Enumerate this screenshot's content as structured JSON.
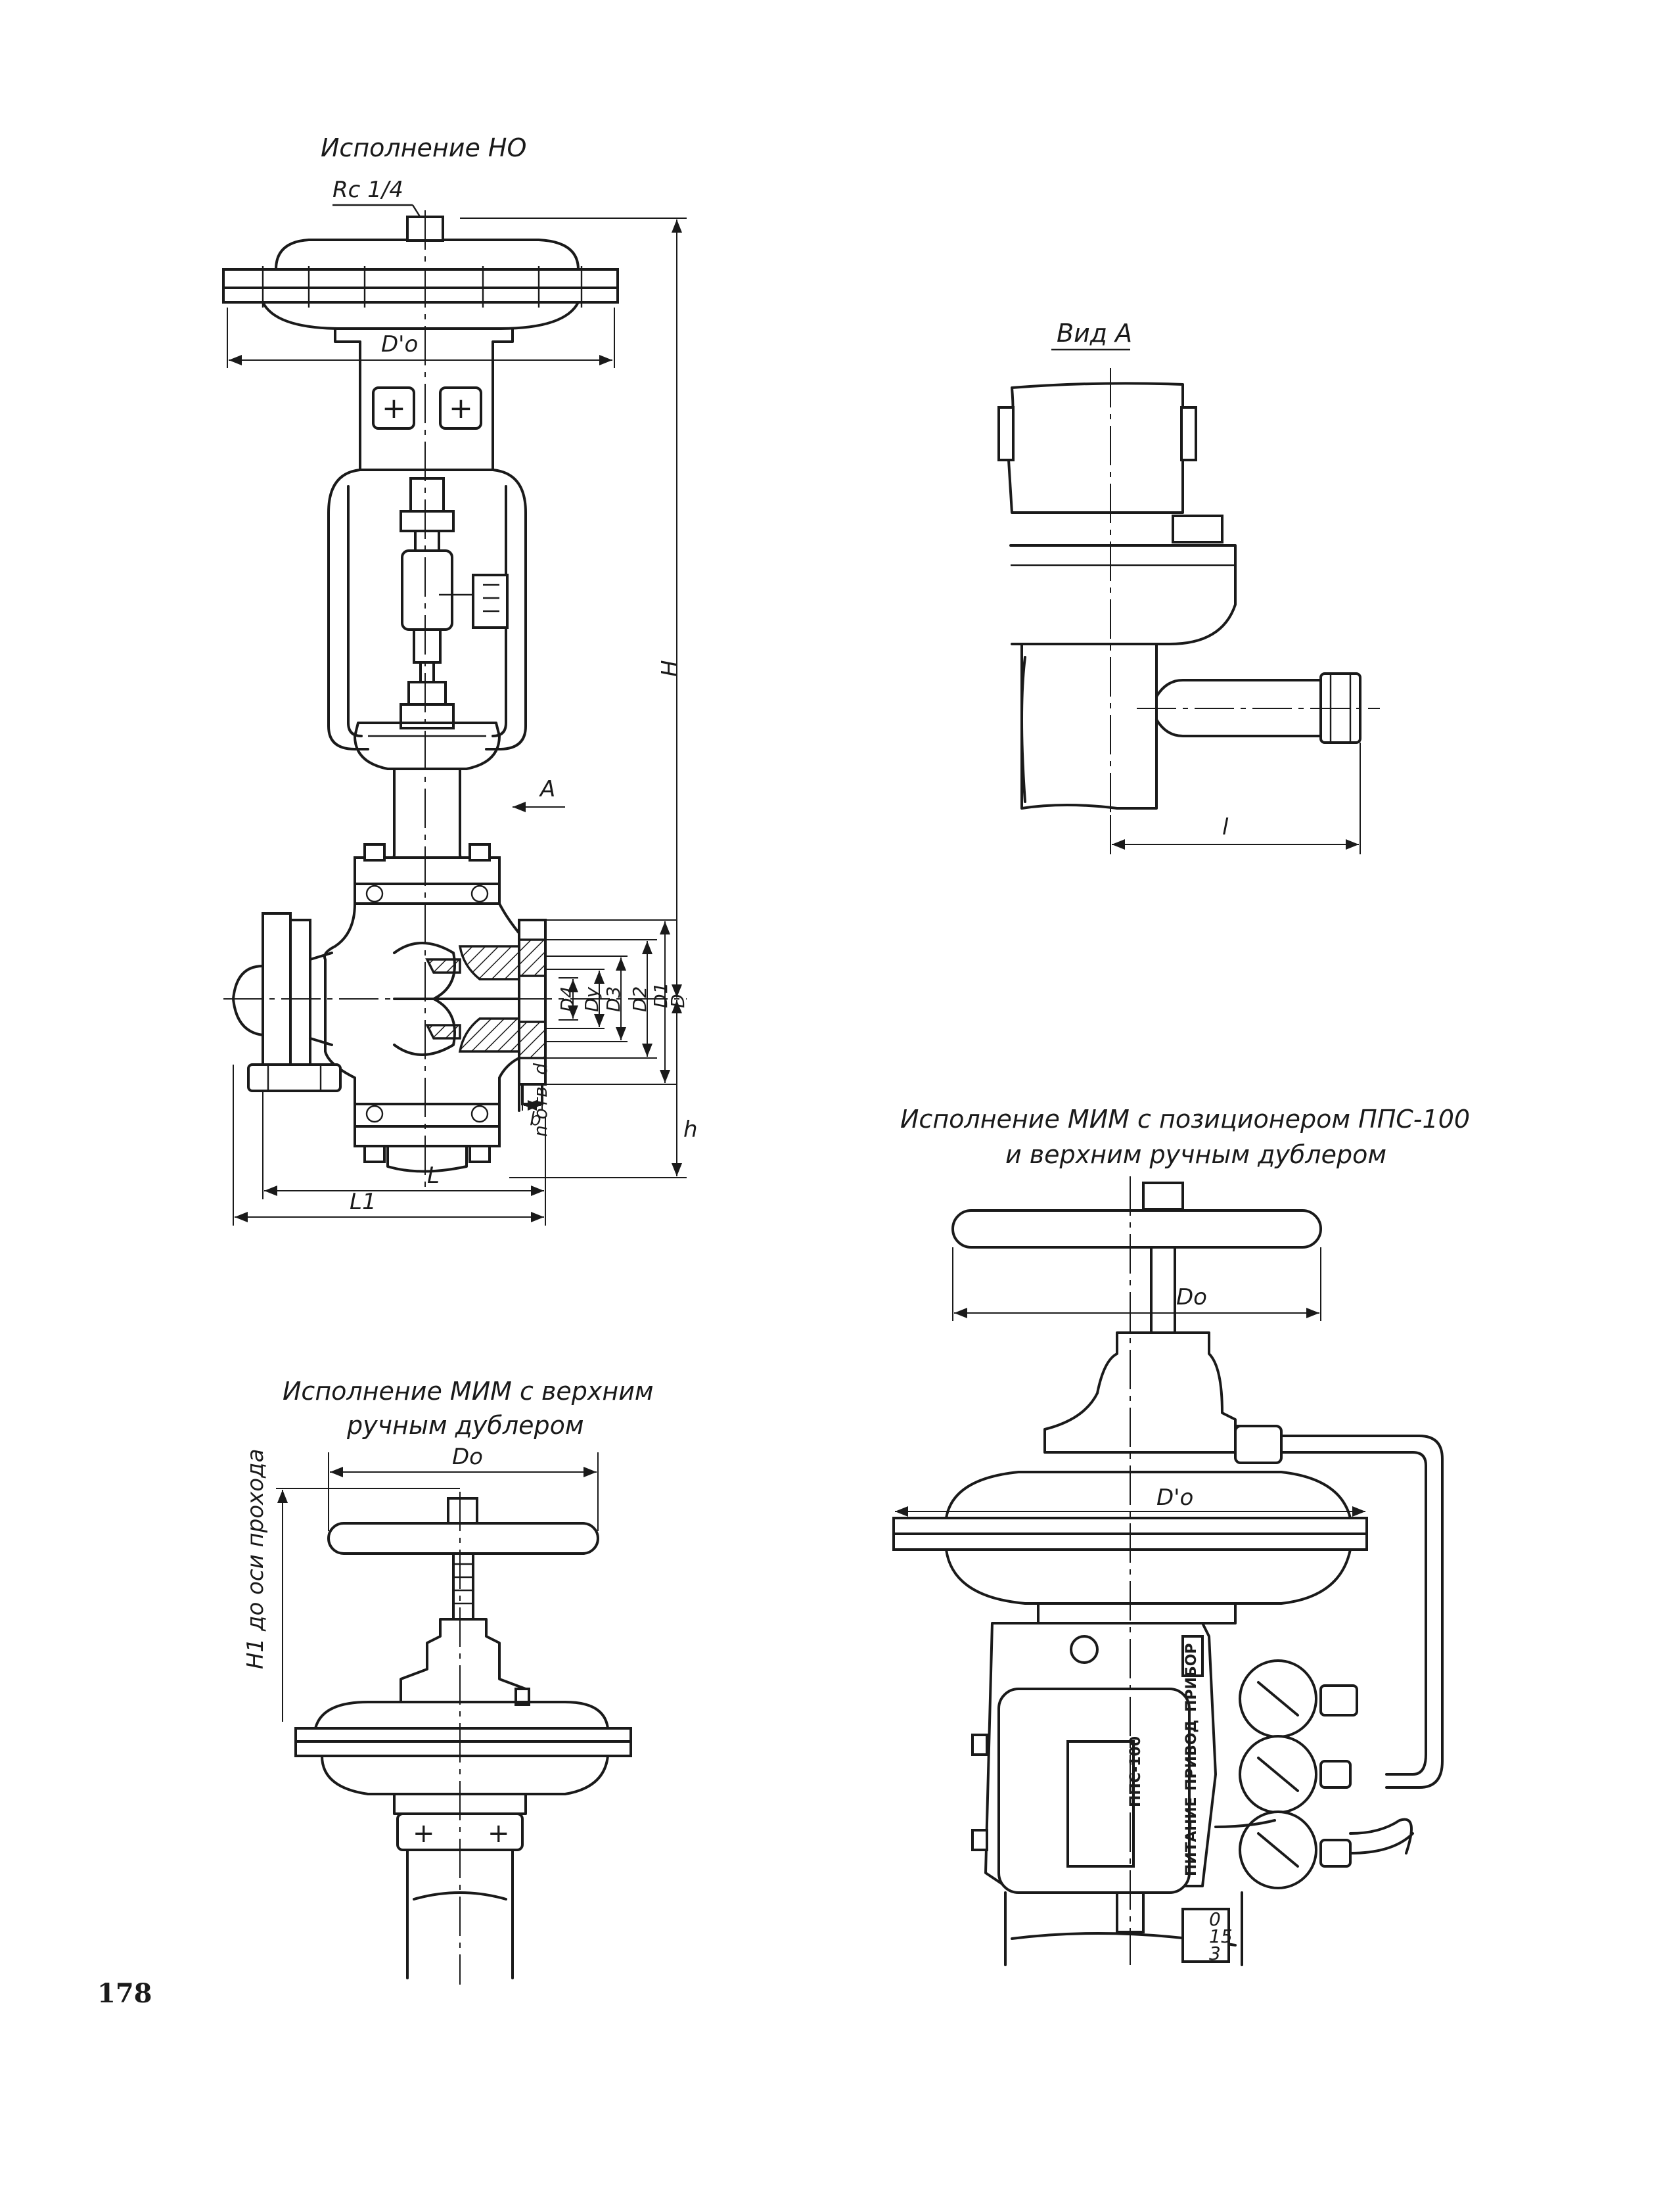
{
  "page_number": "178",
  "views": {
    "normally_open": {
      "title": "Исполнение НО",
      "labels": {
        "port": "Rc 1/4",
        "diaphragm_dia": "D'o",
        "height": "H",
        "flow_arrow": "A",
        "seat_d4": "D4",
        "seat_dy": "Dy",
        "seat_d3": "D3",
        "seat_d2": "D2",
        "seat_d1": "D1",
        "flange_d": "D",
        "bolt_holes": "n отв. d",
        "flange_thickness": "b",
        "height_low": "h",
        "length": "L",
        "length_total": "L1"
      }
    },
    "view_a": {
      "title": "Вид А",
      "labels": {
        "length": "l"
      }
    },
    "mim_top_handwheel": {
      "title_line1": "Исполнение МИМ   с верхним",
      "title_line2": "ручным дублером",
      "labels": {
        "handwheel_dia": "Do",
        "height_to_axis": "H1 до оси прохода"
      }
    },
    "mim_positioner": {
      "title_line1": "Исполнение МИМ   с позиционером ППС-100",
      "title_line2": "и верхним ручным дублером",
      "labels": {
        "handwheel_dia": "Do",
        "diaphragm_dia": "D'o",
        "positioner_plate": "ППС-100",
        "signal_instrument": "ПРИБОР",
        "signal_drive": "ПРИВОД",
        "signal_supply": "ПИТАНИЕ",
        "scale_top": "0",
        "scale_mid": "15",
        "scale_bot": "3"
      }
    }
  }
}
